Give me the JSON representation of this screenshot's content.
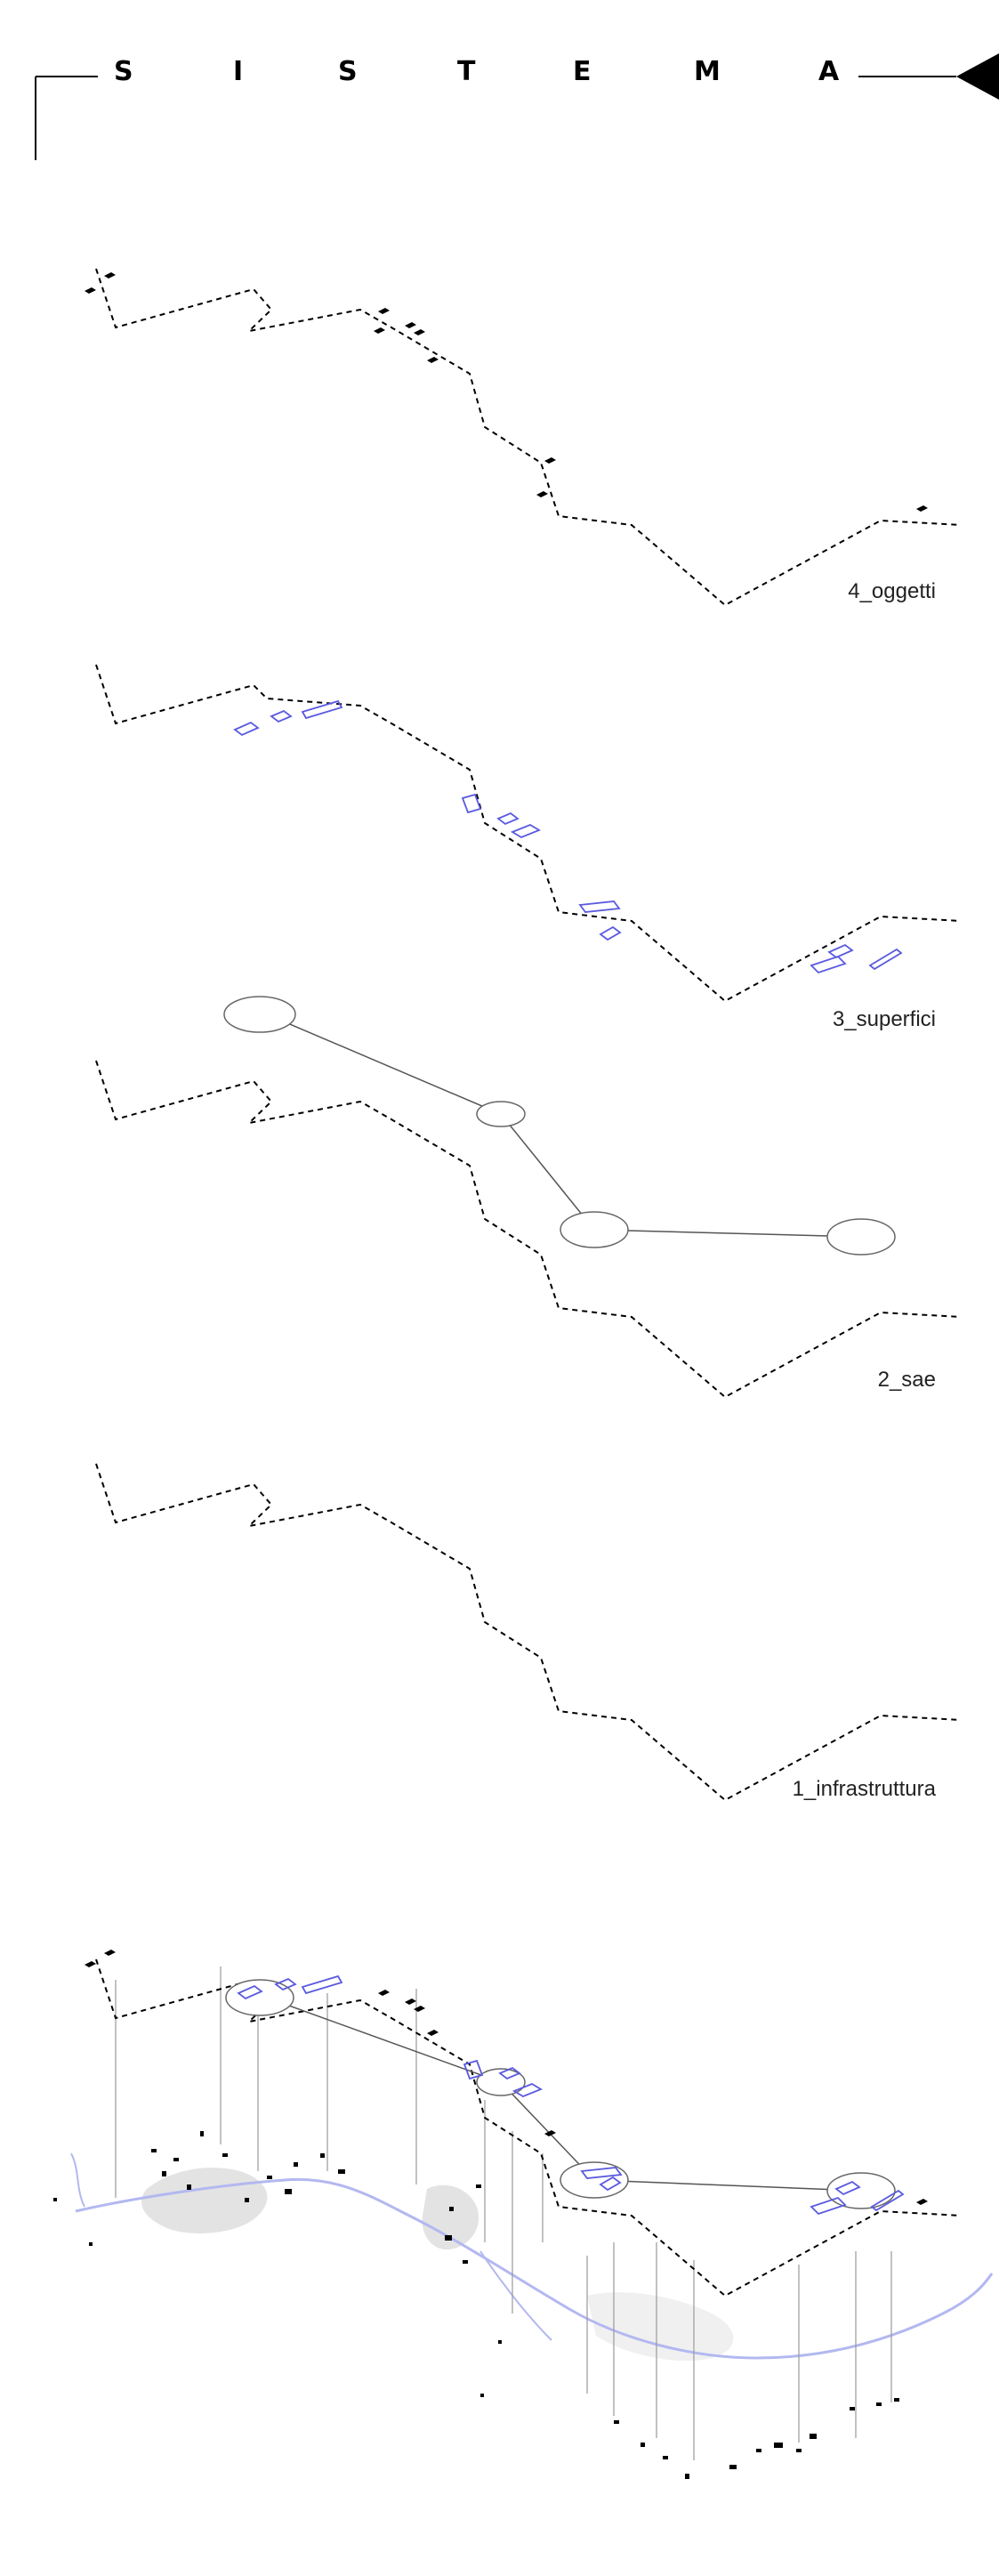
{
  "header": {
    "title_letters": [
      "S",
      "I",
      "S",
      "T",
      "E",
      "M",
      "A"
    ]
  },
  "layers": [
    {
      "id": "oggetti",
      "label": "4_oggetti"
    },
    {
      "id": "superfici",
      "label": "3_superfici"
    },
    {
      "id": "sae",
      "label": "2_sae"
    },
    {
      "id": "infrastruttura",
      "label": "1_infrastruttura"
    }
  ],
  "colors": {
    "line": "#000000",
    "surface_outline": "#5a5ae0",
    "river": "#b3b8f0",
    "node_outline": "#666666",
    "projection": "#9a9a9a",
    "settlement": "#dddddd"
  }
}
